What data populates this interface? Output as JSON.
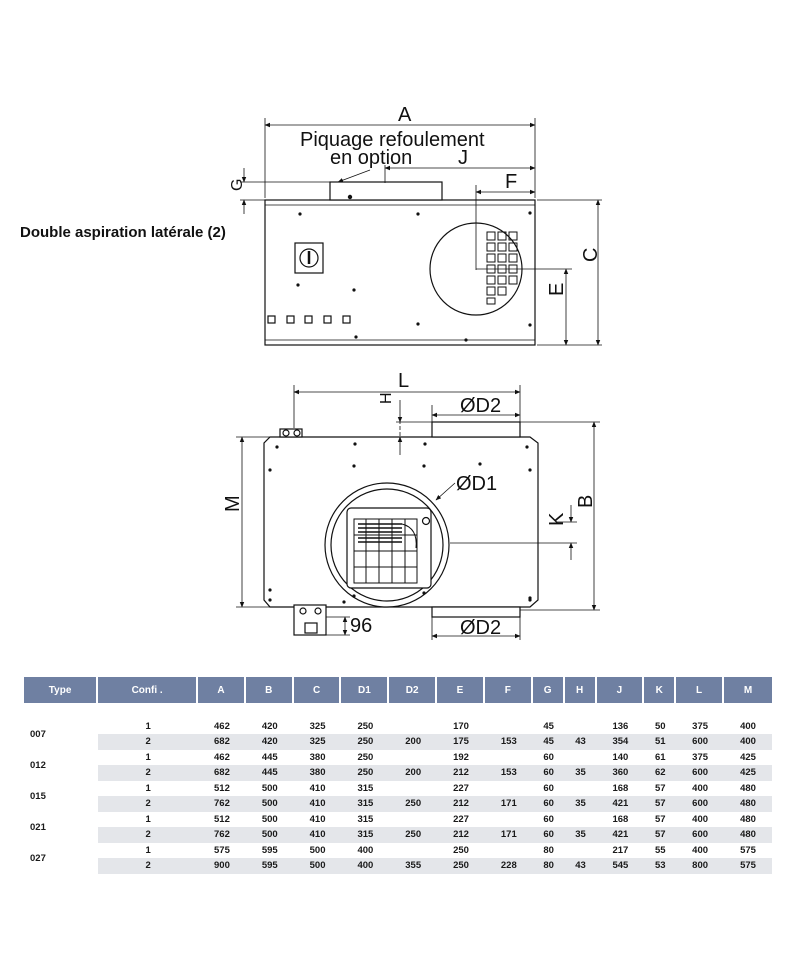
{
  "caption": "Double aspiration latérale (2)",
  "top_view": {
    "label_piquage_line1": "Piquage refoulement",
    "label_piquage_line2": "en option",
    "dims": {
      "A": "A",
      "J": "J",
      "F": "F",
      "G": "G",
      "C": "C",
      "E": "E"
    }
  },
  "bottom_view": {
    "dims": {
      "L": "L",
      "H": "H",
      "D2_top": "ØD2",
      "D1": "ØD1",
      "K": "K",
      "B": "B",
      "M": "M",
      "n96": "96",
      "D2_bottom": "ØD2"
    }
  },
  "table": {
    "headers": [
      "Type",
      "Confi .",
      "A",
      "B",
      "C",
      "D1",
      "D2",
      "E",
      "F",
      "G",
      "H",
      "J",
      "K",
      "L",
      "M"
    ],
    "colors": {
      "header_bg": "#6f80a2",
      "stripe": "#e4e6ea"
    },
    "groups": [
      {
        "type": "007",
        "rows": [
          [
            "1",
            "462",
            "420",
            "325",
            "250",
            "",
            "170",
            "",
            "45",
            "",
            "136",
            "50",
            "375",
            "400"
          ],
          [
            "2",
            "682",
            "420",
            "325",
            "250",
            "200",
            "175",
            "153",
            "45",
            "43",
            "354",
            "51",
            "600",
            "400"
          ]
        ]
      },
      {
        "type": "012",
        "rows": [
          [
            "1",
            "462",
            "445",
            "380",
            "250",
            "",
            "192",
            "",
            "60",
            "",
            "140",
            "61",
            "375",
            "425"
          ],
          [
            "2",
            "682",
            "445",
            "380",
            "250",
            "200",
            "212",
            "153",
            "60",
            "35",
            "360",
            "62",
            "600",
            "425"
          ]
        ]
      },
      {
        "type": "015",
        "rows": [
          [
            "1",
            "512",
            "500",
            "410",
            "315",
            "",
            "227",
            "",
            "60",
            "",
            "168",
            "57",
            "400",
            "480"
          ],
          [
            "2",
            "762",
            "500",
            "410",
            "315",
            "250",
            "212",
            "171",
            "60",
            "35",
            "421",
            "57",
            "600",
            "480"
          ]
        ]
      },
      {
        "type": "021",
        "rows": [
          [
            "1",
            "512",
            "500",
            "410",
            "315",
            "",
            "227",
            "",
            "60",
            "",
            "168",
            "57",
            "400",
            "480"
          ],
          [
            "2",
            "762",
            "500",
            "410",
            "315",
            "250",
            "212",
            "171",
            "60",
            "35",
            "421",
            "57",
            "600",
            "480"
          ]
        ]
      },
      {
        "type": "027",
        "rows": [
          [
            "1",
            "575",
            "595",
            "500",
            "400",
            "",
            "250",
            "",
            "80",
            "",
            "217",
            "55",
            "400",
            "575"
          ],
          [
            "2",
            "900",
            "595",
            "500",
            "400",
            "355",
            "250",
            "228",
            "80",
            "43",
            "545",
            "53",
            "800",
            "575"
          ]
        ]
      }
    ]
  }
}
